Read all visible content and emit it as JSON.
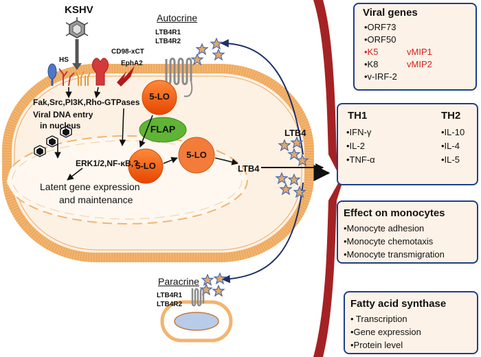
{
  "virus": {
    "name": "KSHV"
  },
  "receptors": {
    "hs": "HS",
    "cd98": "CD98-xCT",
    "epha2": "EphA2"
  },
  "signaling": {
    "kinases": "Fak,Src,PI3K,Rho-GTPases",
    "entry_line1": "Viral DNA entry",
    "entry_line2": "in nucleus",
    "erk": "ERK1/2,NF-κB,?"
  },
  "nucleus": {
    "line1": "Latent gene expression",
    "line2": "and maintenance"
  },
  "enzymes": {
    "lo_top": "5-LO",
    "lo_left": "5-LO",
    "lo_right": "5-LO",
    "flap": "FLAP"
  },
  "autocrine": {
    "title": "Autocrine",
    "r1": "LTB4R1",
    "r2": "LTB4R2"
  },
  "paracrine": {
    "title": "Paracrine",
    "r1": "LTB4R1",
    "r2": "LTB4R2"
  },
  "ltb4": {
    "inner": "LTB4",
    "outer": "LTB4"
  },
  "viral_genes": {
    "title": "Viral genes",
    "items": [
      "•ORF73",
      "•ORF50",
      "•K5",
      "vMIP1",
      "•K8",
      "vMIP2",
      "•v-IRF-2"
    ]
  },
  "th_balance": {
    "th1_title": "TH1",
    "th1_items": [
      "•IFN-γ",
      "•IL-2",
      "•TNF-α"
    ],
    "th2_title": "TH2",
    "th2_items": [
      "•IL-10",
      "•IL-4",
      "•IL-5"
    ]
  },
  "monocytes": {
    "title": "Effect on monocytes",
    "items": [
      "•Monocyte adhesion",
      "•Monocyte chemotaxis",
      "•Monocyte transmigration"
    ]
  },
  "fatty_acid": {
    "title": "Fatty acid synthase",
    "items": [
      "• Transcription",
      "•Gene expression",
      "•Protein level"
    ]
  },
  "colors": {
    "membrane": "#f3b46e",
    "panel_border": "#1d3f86",
    "panel_fill": "#fdf2e7",
    "lo_fill": "#f5520b",
    "flap_fill": "#5fb436",
    "star_fill": "#e2a86b",
    "star_stroke": "#4a6aa8",
    "brace": "#a52224",
    "up_arrow": "#22a64a",
    "highlight_text": "#d41f1f"
  }
}
